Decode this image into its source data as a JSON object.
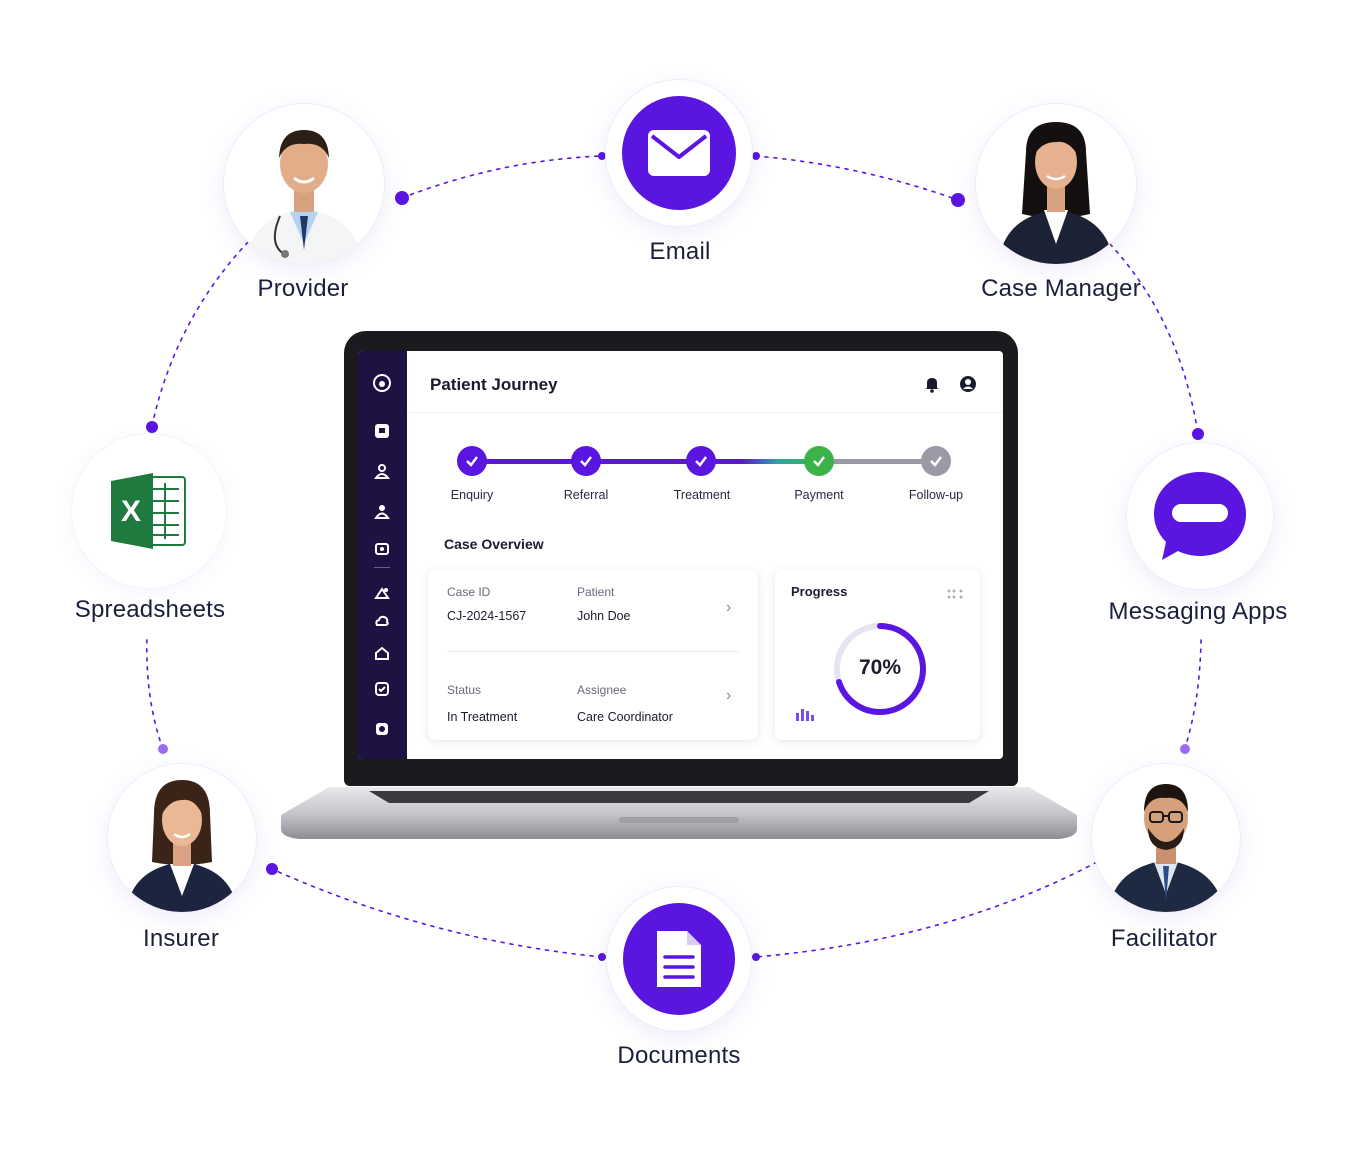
{
  "nodes": {
    "email": {
      "label": "Email"
    },
    "provider": {
      "label": "Provider"
    },
    "case_manager": {
      "label": "Case Manager"
    },
    "spreadsheets": {
      "label": "Spreadsheets",
      "glyph": "X"
    },
    "messaging": {
      "label": "Messaging Apps"
    },
    "insurer": {
      "label": "Insurer"
    },
    "facilitator": {
      "label": "Facilitator"
    },
    "documents": {
      "label": "Documents"
    }
  },
  "app": {
    "title": "Patient Journey",
    "steps": [
      {
        "label": "Enquiry",
        "status": "done"
      },
      {
        "label": "Referral",
        "status": "done"
      },
      {
        "label": "Treatment",
        "status": "done"
      },
      {
        "label": "Payment",
        "status": "current"
      },
      {
        "label": "Follow-up",
        "status": "pending"
      }
    ],
    "overview_title": "Case Overview",
    "case": {
      "case_id_label": "Case ID",
      "case_id": "CJ-2024-1567",
      "patient_label": "Patient",
      "patient": "John Doe",
      "status_label": "Status",
      "status": "In Treatment",
      "assignee_label": "Assignee",
      "assignee": "Care Coordinator"
    },
    "progress": {
      "title": "Progress",
      "value": 70,
      "text": "70%"
    }
  },
  "colors": {
    "brand": "#5a16e0",
    "success": "#3cb34a",
    "pending": "#9a9aa6",
    "sidebar": "#1d1242",
    "excel": "#1f7a3f"
  }
}
